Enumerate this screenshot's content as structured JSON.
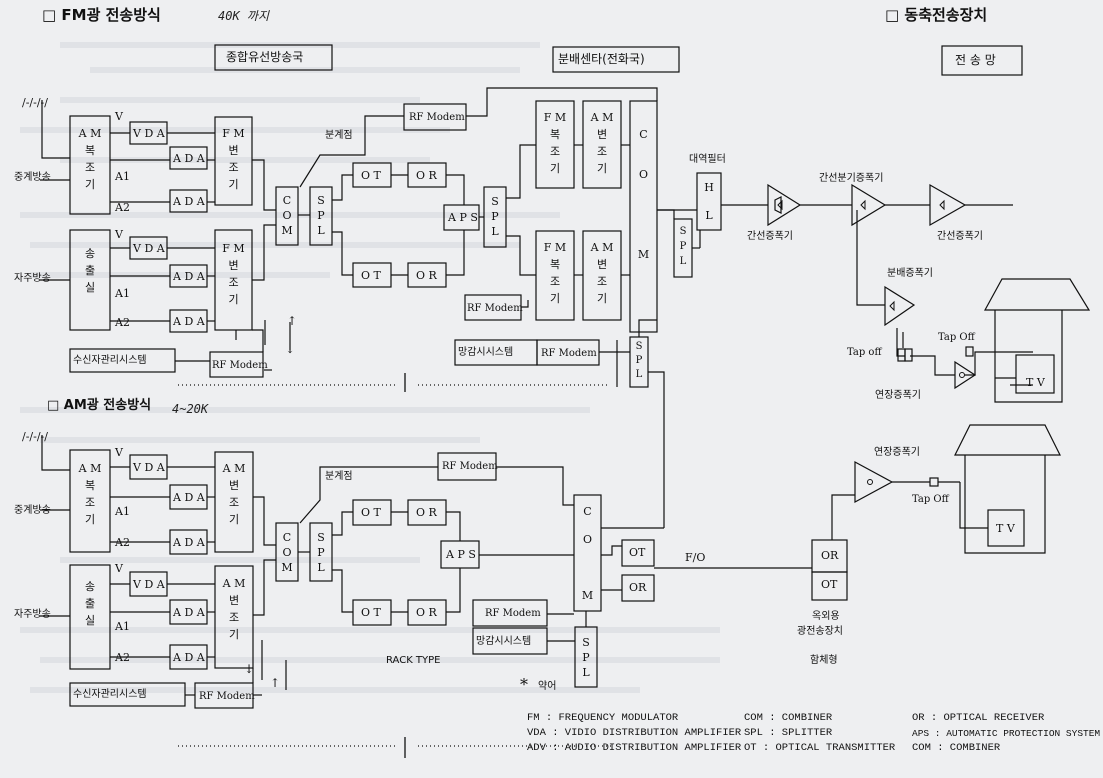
{
  "headings": {
    "fm_title": "□ FM광 전송방식",
    "fm_note": "40K 까지",
    "am_title": "□ AM광  전송방식",
    "am_note": "4~20K",
    "coax_title": "□ 동축전송장치"
  },
  "sections": {
    "headend": "종합유선방송국",
    "distribution": "분배센타(전화국)",
    "network": "전 송 망"
  },
  "sources": {
    "ext_fm": "/-/-/-/",
    "ext_am": "/-/-/-/",
    "relay": "중계방송",
    "local": "자주방송"
  },
  "blocks": {
    "am_mod": "A M\n복\n조\n기",
    "studio": "송\n출\n실",
    "fm_conv": "F M\n변\n조\n기",
    "am_conv": "A M\n변\n조\n기",
    "fm_demod": "F M\n복\n조\n기",
    "am_demod": "A M\n변\n조\n기",
    "com_v": "C\nO\nM",
    "spl_v": "S\nP\nL",
    "com_tall": "C\n\nO\n\n\n\nM",
    "hl": "H\n\nL",
    "vda": "V D A",
    "ada": "A D A",
    "ot": "O T",
    "or": "O R",
    "aps": "A P S",
    "rf_modem": "RF Modem",
    "subscriber": "수신자관리시스템",
    "monitor": "망감시시스템",
    "ot_h": "OT",
    "or_h": "OR",
    "tv": "T V"
  },
  "signals": {
    "v": "V",
    "a1": "A1",
    "a2": "A2",
    "fo": "F/O"
  },
  "labels": {
    "branch_point": "분계점",
    "band_filter": "대역필터",
    "trunk_bridger": "간선분기증폭기",
    "trunk_amp": "간선증폭기",
    "dist_amp": "분배증폭기",
    "ext_amp": "연장증폭기",
    "tap_off": "Tap Off",
    "tap_off_lower": "Tap off",
    "outdoor1": "옥외용",
    "outdoor2": "광전송장치",
    "enclosure": "함체형",
    "rack": "RACK TYPE"
  },
  "legend": {
    "title": "약어",
    "entries": [
      "FM  : FREQUENCY MODULATOR",
      "VDA : VIDIO DISTRIBUTION AMPLIFIER",
      "ADV : AUDIO DISTRIBUTION AMPLIFIER",
      "COM : COMBINER",
      "SPL : SPLITTER",
      "OT  : OPTICAL TRANSMITTER",
      "OR  : OPTICAL RECEIVER",
      "APS : AUTOMATIC PROTECTION SYSTEM",
      "COM : COMBINER"
    ]
  },
  "colors": {
    "paper": "#eeeff1",
    "ink": "#111111",
    "grain": "#d6d9de"
  }
}
